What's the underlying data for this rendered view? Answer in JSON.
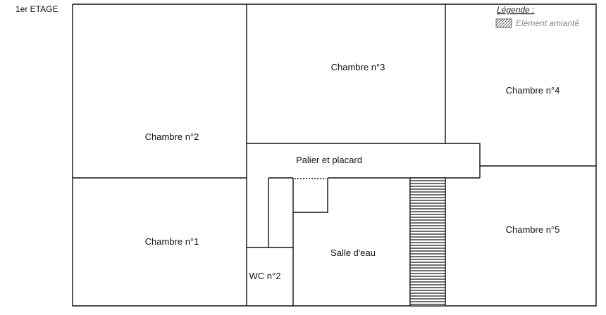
{
  "plan": {
    "floor_label": "1er ETAGE",
    "rooms": {
      "chambre2": "Chambre n°2",
      "chambre3": "Chambre n°3",
      "chambre4": "Chambre n°4",
      "chambre1": "Chambre n°1",
      "chambre5": "Chambre n°5",
      "palier": "Palier et placard",
      "salle_eau": "Salle d'eau",
      "wc2": "WC n°2"
    }
  },
  "legend": {
    "title": "Légende :",
    "asbestos_label": "Elément amianté"
  },
  "colors": {
    "wall": "#111111",
    "hatch": "#111111",
    "legend_text": "#888888"
  }
}
